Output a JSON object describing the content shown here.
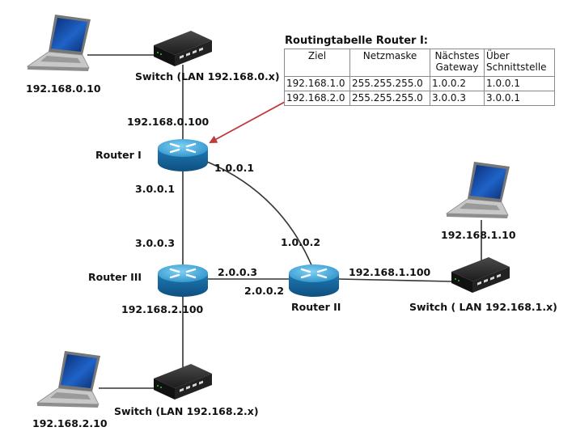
{
  "devices": {
    "laptop1_ip": "192.168.0.10",
    "switch1": "Switch (LAN 192.168.0.x)",
    "laptop2_ip": "192.168.1.10",
    "switch2": "Switch ( LAN 192.168.1.x)",
    "laptop3_ip": "192.168.2.10",
    "switch3": "Switch (LAN 192.168.2.x)",
    "router1": "Router I",
    "router2": "Router II",
    "router3": "Router III"
  },
  "interfaces": {
    "r1_lan": "192.168.0.100",
    "r1_to_r2": "1.0.0.1",
    "r1_to_r3": "3.0.0.1",
    "r3_to_r1": "3.0.0.3",
    "r2_to_r1": "1.0.0.2",
    "r3_to_r2": "2.0.0.3",
    "r2_to_r3": "2.0.0.2",
    "r2_lan": "192.168.1.100",
    "r3_lan": "192.168.2.100"
  },
  "routing_table": {
    "title": "Routingtabelle Router I:",
    "headers": [
      "Ziel",
      "Netzmaske",
      "Nächstes Gateway",
      "Über Schnittstelle"
    ],
    "header_lines": [
      [
        "Ziel"
      ],
      [
        "Netzmaske"
      ],
      [
        "Nächstes",
        "Gateway"
      ],
      [
        "Über",
        "Schnittstelle"
      ]
    ],
    "rows": [
      [
        "192.168.1.0",
        "255.255.255.0",
        "1.0.0.2",
        "1.0.0.1"
      ],
      [
        "192.168.2.0",
        "255.255.255.0",
        "3.0.0.3",
        "3.0.0.1"
      ]
    ]
  },
  "colors": {
    "arrow": "#c0393b",
    "router_blue": "#2a8fc9",
    "link": "#333333"
  }
}
